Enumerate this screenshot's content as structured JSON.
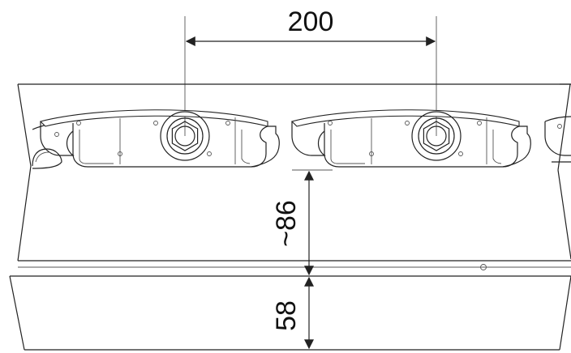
{
  "dimensions": {
    "pitch": "200",
    "height_upper": "~86",
    "height_lower": "58"
  },
  "profile": {
    "count_full": 2,
    "partial_edges": true
  }
}
